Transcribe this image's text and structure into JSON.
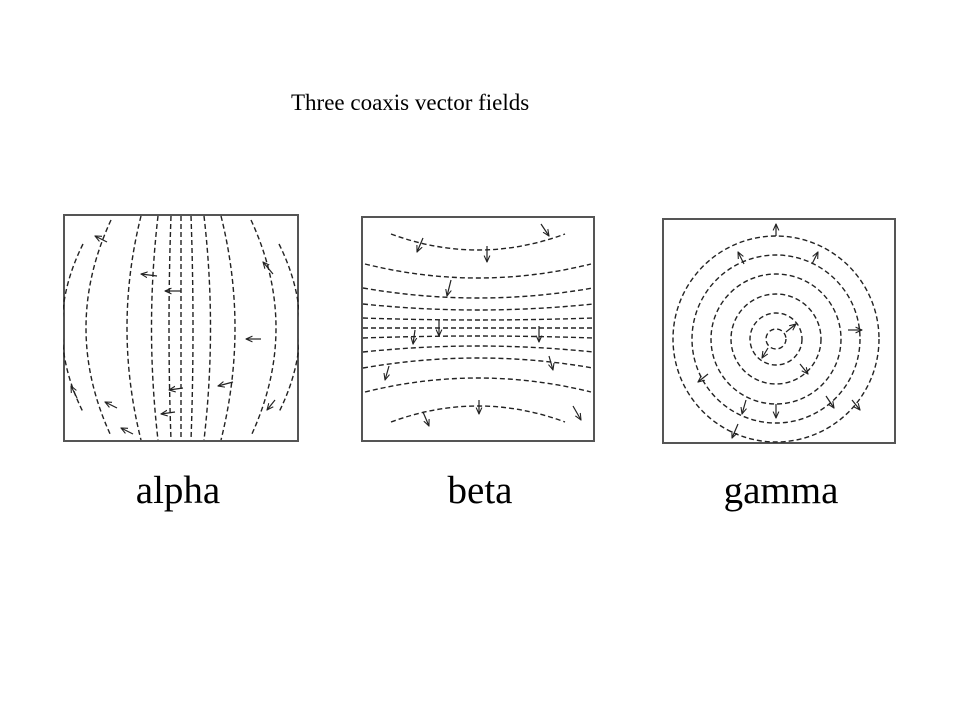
{
  "title": "Three coaxis vector fields",
  "panels": [
    {
      "id": "alpha",
      "label": "alpha"
    },
    {
      "id": "beta",
      "label": "beta"
    },
    {
      "id": "gamma",
      "label": "gamma"
    }
  ]
}
